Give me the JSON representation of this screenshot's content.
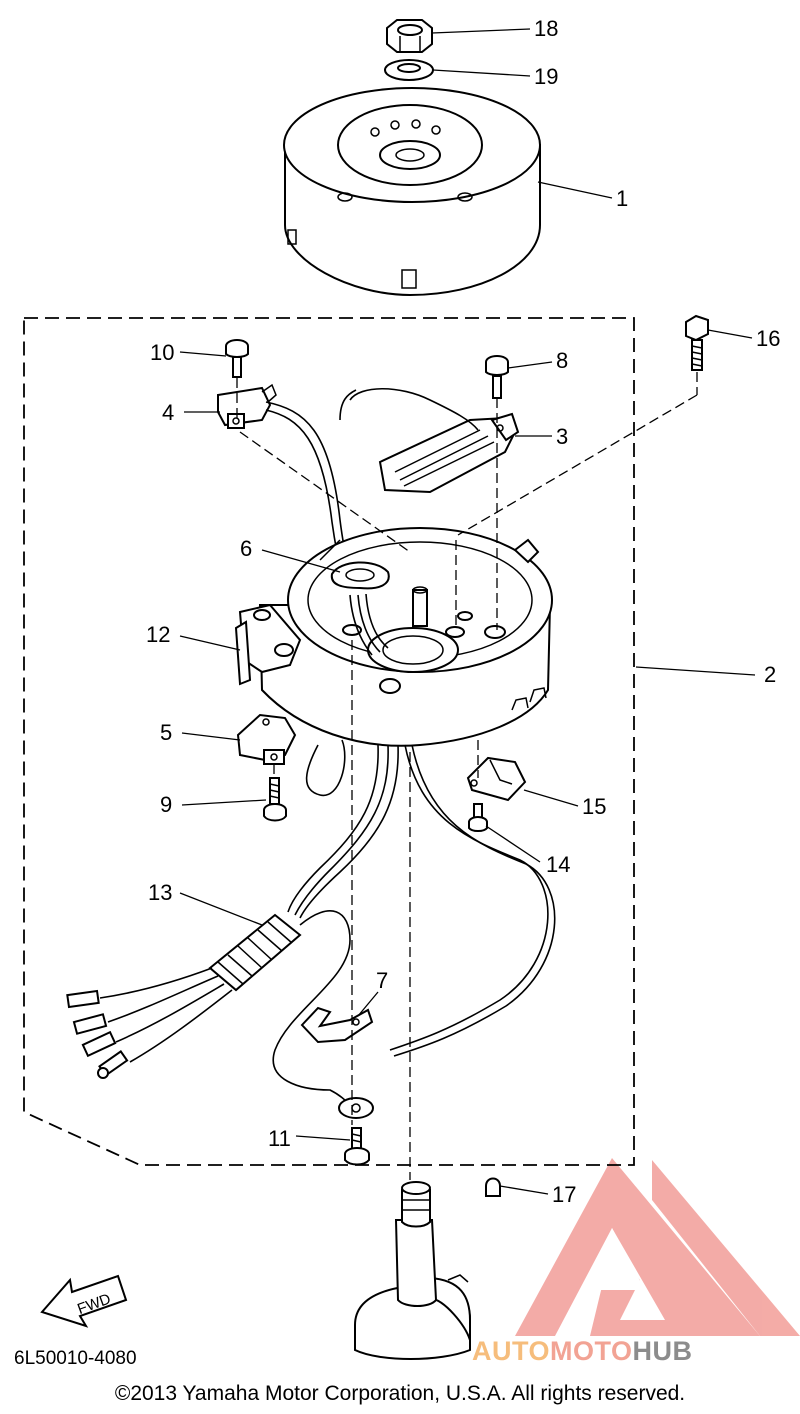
{
  "callouts": [
    "1",
    "2",
    "3",
    "4",
    "5",
    "6",
    "7",
    "8",
    "9",
    "10",
    "11",
    "12",
    "13",
    "14",
    "15",
    "16",
    "17",
    "18",
    "19"
  ],
  "fwd_label": "FWD",
  "part_code": "6L50010-4080",
  "copyright": "©2013 Yamaha Motor Corporation, U.S.A. All rights reserved.",
  "watermark": {
    "part1": "AUTO",
    "part2": "MOTO",
    "part3": "HUB",
    "colors": {
      "auto": "#f6bd7c",
      "moto": "#f2a394",
      "hub": "#8c8c8c",
      "logo": "#f0908a"
    }
  }
}
